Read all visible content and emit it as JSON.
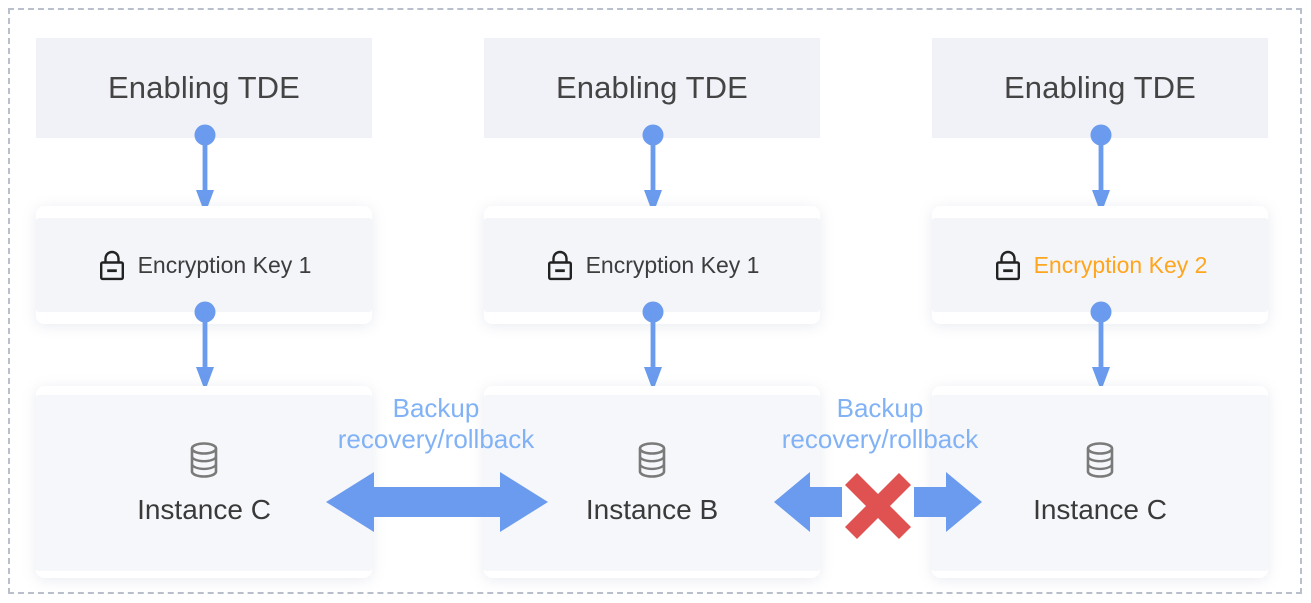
{
  "diagram": {
    "title": "TDE encryption key backup recovery compatibility",
    "frame_style": "dashed",
    "colors": {
      "frame_dash": "#b9c0cc",
      "box_fill": "#f0f2f7",
      "card_bg": "#ffffff",
      "text_dark": "#3d3d3d",
      "accent_orange": "#ffa51e",
      "arrow_blue": "#6a9bee",
      "label_blue": "#81b2f6",
      "error_red": "#e05252",
      "icon_gray": "#7a7a7a"
    },
    "columns": [
      {
        "id": "column-left",
        "tde": {
          "label": "Enabling TDE"
        },
        "key": {
          "icon": "lock-icon",
          "label": "Encryption Key 1",
          "highlight": false
        },
        "instance": {
          "icon": "database-icon",
          "label": "Instance C"
        }
      },
      {
        "id": "column-middle",
        "tde": {
          "label": "Enabling TDE"
        },
        "key": {
          "icon": "lock-icon",
          "label": "Encryption Key 1",
          "highlight": false
        },
        "instance": {
          "icon": "database-icon",
          "label": "Instance  B"
        }
      },
      {
        "id": "column-right",
        "tde": {
          "label": "Enabling TDE"
        },
        "key": {
          "icon": "lock-icon",
          "label": "Encryption Key 2",
          "highlight": true
        },
        "instance": {
          "icon": "database-icon",
          "label": "Instance C"
        }
      }
    ],
    "connections": [
      {
        "id": "connection-left",
        "label_line1": "Backup",
        "label_line2": "recovery/rollback",
        "arrow": "double-headed-arrow",
        "blocked": false
      },
      {
        "id": "connection-right",
        "label_line1": "Backup",
        "label_line2": "recovery/rollback",
        "arrow": "split-arrows-blocked",
        "blocked": true,
        "block_icon": "red-x-icon"
      }
    ]
  }
}
